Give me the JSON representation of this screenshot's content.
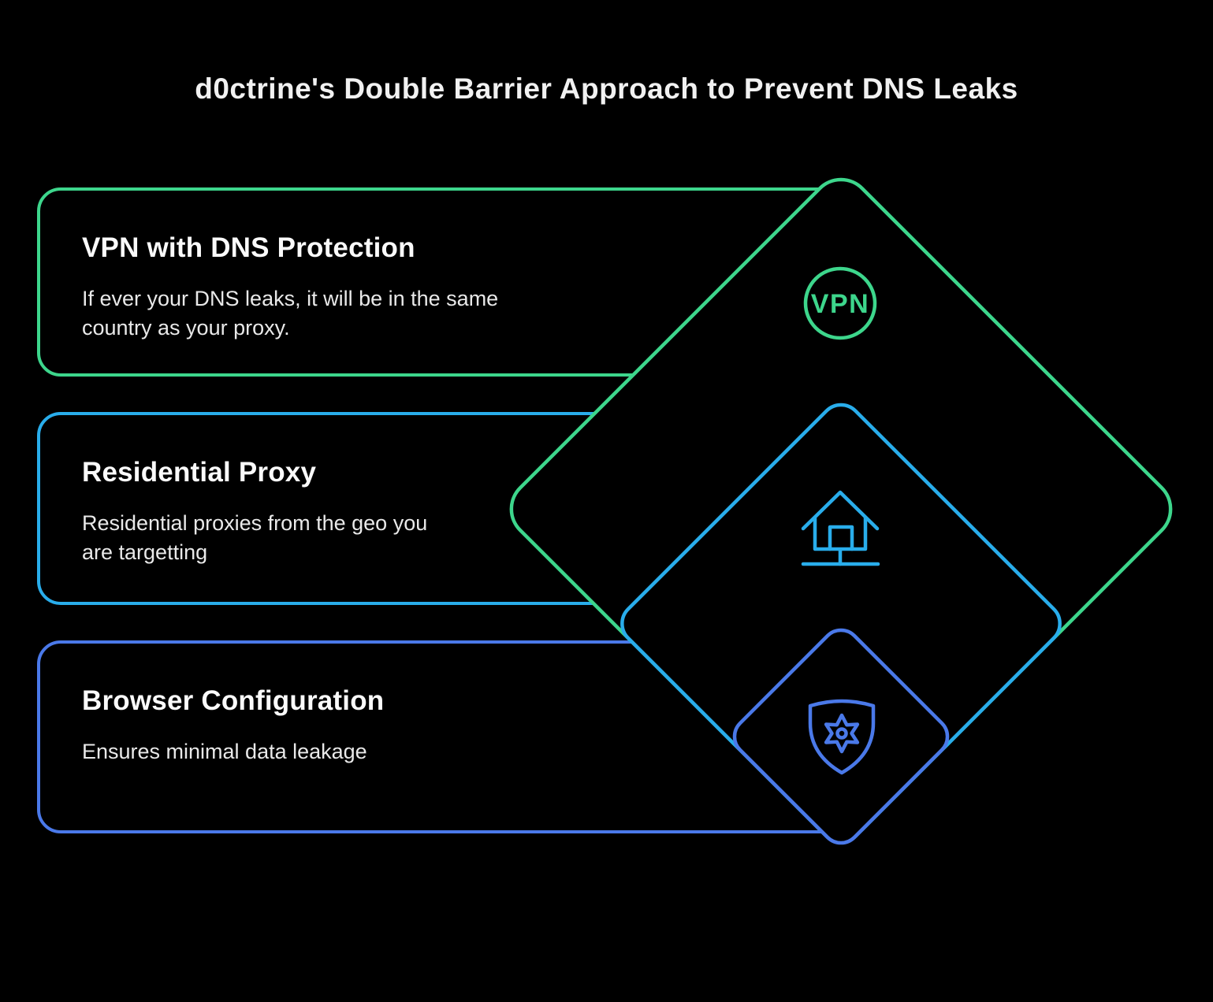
{
  "title": "d0ctrine's Double Barrier Approach to Prevent DNS Leaks",
  "colors": {
    "background": "#000000",
    "green_accent": "#3DD68C",
    "cyan_accent": "#29ADEB",
    "indigo_accent": "#4A79E9",
    "heading_text": "#FAFAFA",
    "body_text": "#E9E9E9"
  },
  "cards": [
    {
      "title": "VPN with DNS Protection",
      "body": "If ever your DNS leaks, it will be in the same country as your proxy.",
      "accent": "#3DD68C"
    },
    {
      "title": "Residential Proxy",
      "body": "Residential proxies from the geo you are targetting",
      "accent": "#29ADEB"
    },
    {
      "title": "Browser Configuration",
      "body": "Ensures minimal data leakage",
      "accent": "#4A79E9"
    }
  ],
  "diagram": {
    "vpn_label": "VPN",
    "layers": [
      {
        "name": "vpn-layer-diamond",
        "color": "#3DD68C",
        "icon": "vpn-badge-icon"
      },
      {
        "name": "residential-proxy-layer-diamond",
        "color": "#29ADEB",
        "icon": "home-network-icon"
      },
      {
        "name": "browser-config-layer-diamond",
        "color": "#4A79E9",
        "icon": "shield-gear-icon"
      }
    ]
  }
}
